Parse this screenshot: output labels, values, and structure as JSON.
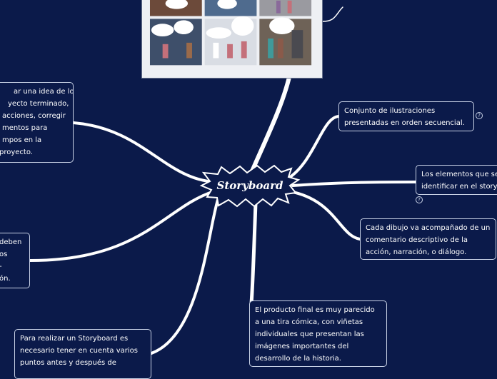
{
  "center": {
    "title": "Storyboard"
  },
  "nodes": {
    "left_top": [
      "ar una idea de lo",
      "yecto terminado,",
      "acciones, corregir",
      "mentos para",
      "mpos en la",
      "proyecto."
    ],
    "left_mid": [
      "deben",
      "os",
      "-",
      "ón."
    ],
    "bottom_left": [
      "Para realizar un Storyboard es",
      "necesario tener en cuenta varios",
      "puntos antes y después de"
    ],
    "bottom_mid": [
      "El producto final es muy parecido",
      "a una tira cómica, con viñetas",
      "individuales que presentan las",
      "imágenes importantes del",
      "desarrollo de la historia."
    ],
    "right_1": [
      "Conjunto de ilustraciones",
      "presentadas en orden secuencial."
    ],
    "right_2": [
      "Los elementos que se",
      "identificar en el story"
    ],
    "right_3": [
      "Cada dibujo va acompañado de un",
      "comentario descriptivo de la",
      "acción, narración, o diálogo."
    ]
  },
  "colors": {
    "background": "#0b1a4a",
    "branch": "#ffffff",
    "node_border": "#c9d2e6",
    "node_text": "#ffffff"
  },
  "icons": {
    "help": "question-circle-icon",
    "comic": "comic-strip-image"
  }
}
